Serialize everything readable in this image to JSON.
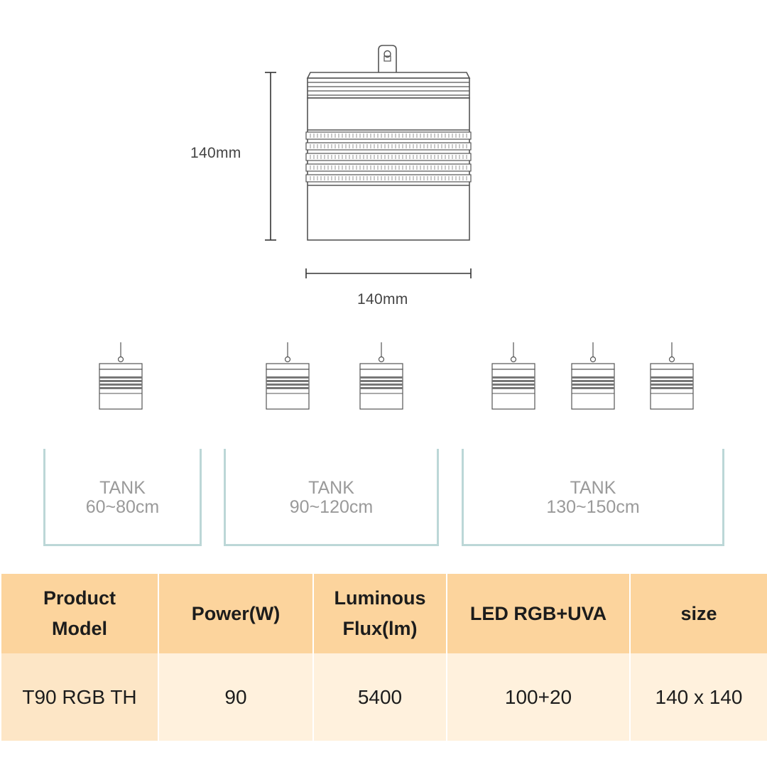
{
  "dimensions": {
    "height_label": "140mm",
    "width_label": "140mm"
  },
  "tanks": [
    {
      "name": "TANK",
      "size": "60~80cm",
      "lamp_count": 1
    },
    {
      "name": "TANK",
      "size": "90~120cm",
      "lamp_count": 2
    },
    {
      "name": "TANK",
      "size": "130~150cm",
      "lamp_count": 3
    }
  ],
  "spec_table": {
    "headers": [
      {
        "line1": "Product",
        "line2": "Model"
      },
      {
        "line1": "Power(W)",
        "line2": ""
      },
      {
        "line1": "Luminous",
        "line2": "Flux(lm)"
      },
      {
        "line1": "LED RGB+UVA",
        "line2": ""
      },
      {
        "line1": "size",
        "line2": ""
      }
    ],
    "row": [
      "T90 RGB TH",
      "90",
      "5400",
      "100+20",
      "140 x 140"
    ]
  },
  "colors": {
    "header_bg": "#fcd49d",
    "first_cell_bg": "#fde6c6",
    "cell_bg": "#fff1dd",
    "tank_border": "#bcd7d7",
    "line_art": "#555555"
  }
}
